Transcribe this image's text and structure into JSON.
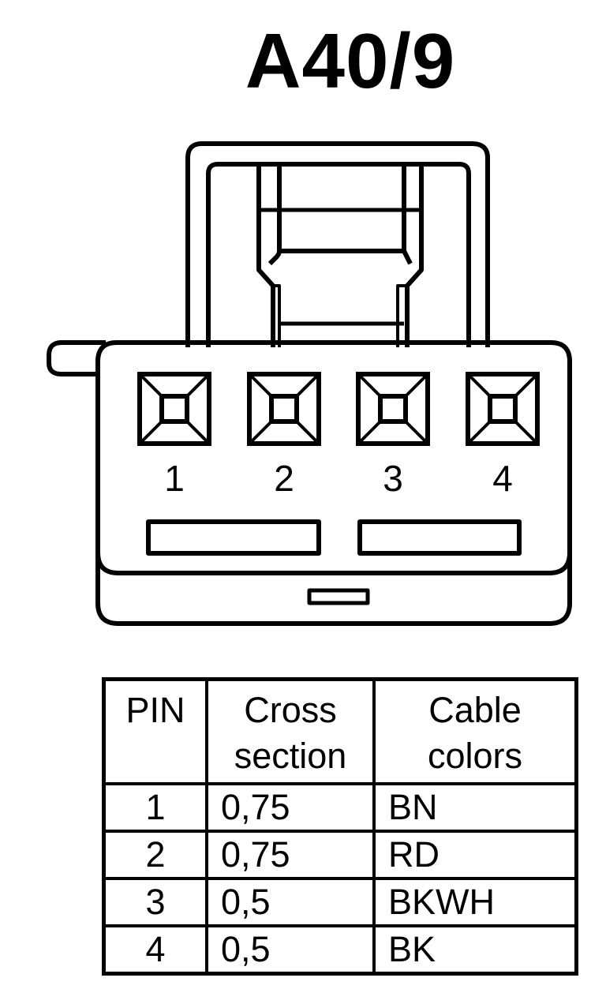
{
  "title": "A40/9",
  "connector": {
    "pins": [
      "1",
      "2",
      "3",
      "4"
    ]
  },
  "table": {
    "headers": {
      "pin": "PIN",
      "cross_line1": "Cross",
      "cross_line2": "section",
      "color_line1": "Cable",
      "color_line2": "colors"
    },
    "rows": [
      {
        "pin": "1",
        "cross": "0,75",
        "color": "BN"
      },
      {
        "pin": "2",
        "cross": "0,75",
        "color": "RD"
      },
      {
        "pin": "3",
        "cross": "0,5",
        "color": "BKWH"
      },
      {
        "pin": "4",
        "cross": "0,5",
        "color": "BK"
      }
    ]
  }
}
